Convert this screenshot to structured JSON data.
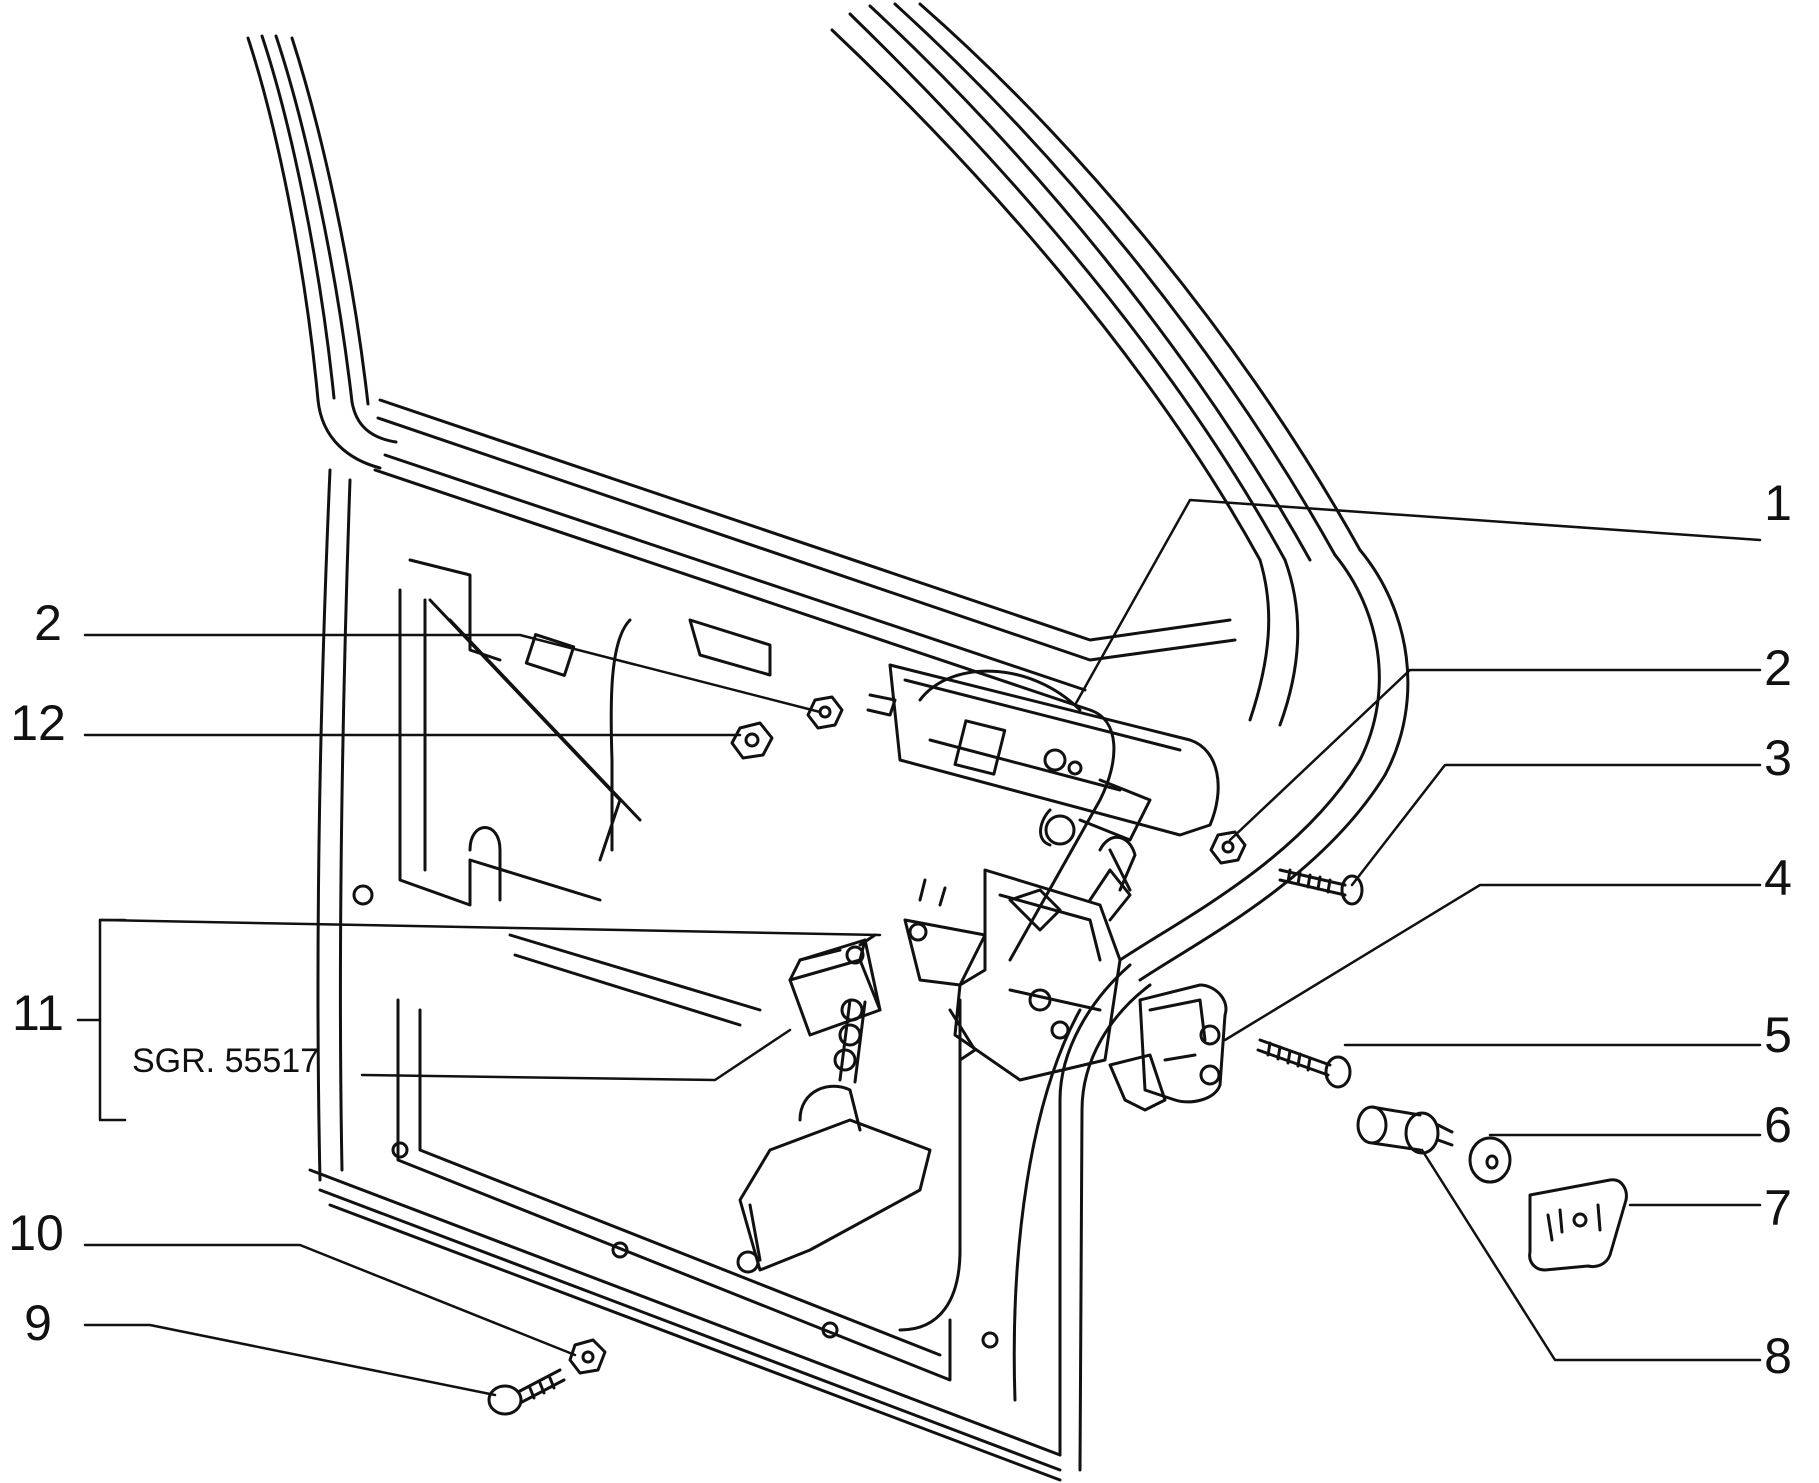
{
  "diagram": {
    "callouts": [
      {
        "id": "c1",
        "label": "1"
      },
      {
        "id": "c2r",
        "label": "2"
      },
      {
        "id": "c3",
        "label": "3"
      },
      {
        "id": "c4",
        "label": "4"
      },
      {
        "id": "c5",
        "label": "5"
      },
      {
        "id": "c6",
        "label": "6"
      },
      {
        "id": "c7",
        "label": "7"
      },
      {
        "id": "c8",
        "label": "8"
      },
      {
        "id": "c2l",
        "label": "2"
      },
      {
        "id": "c12",
        "label": "12"
      },
      {
        "id": "c11",
        "label": "11"
      },
      {
        "id": "c10",
        "label": "10"
      },
      {
        "id": "c9",
        "label": "9"
      }
    ],
    "note": "SGR. 55517"
  },
  "colors": {
    "ink": "#111111",
    "paper": "#ffffff"
  }
}
